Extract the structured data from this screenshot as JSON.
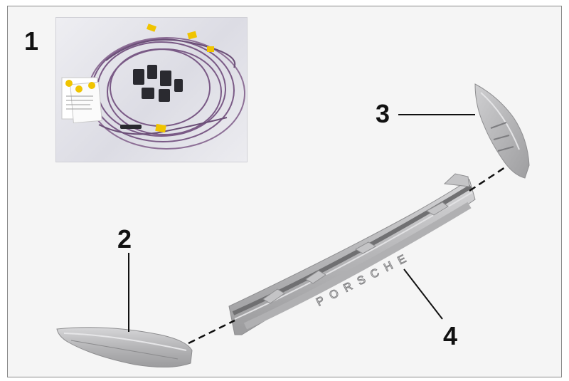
{
  "callouts": {
    "c1": "1",
    "c2": "2",
    "c3": "3",
    "c4": "4"
  },
  "part_lettering": "PORSCHE",
  "colors": {
    "background": "#f5f5f5",
    "border": "#8a8a8a",
    "part_gray": "#b9b9bb",
    "wire_purple": "#7a5a86",
    "label_yellow": "#f0c400"
  },
  "icons": [
    "wiring-harness-photo",
    "left-trim-part",
    "right-trim-part",
    "center-light-strip"
  ]
}
